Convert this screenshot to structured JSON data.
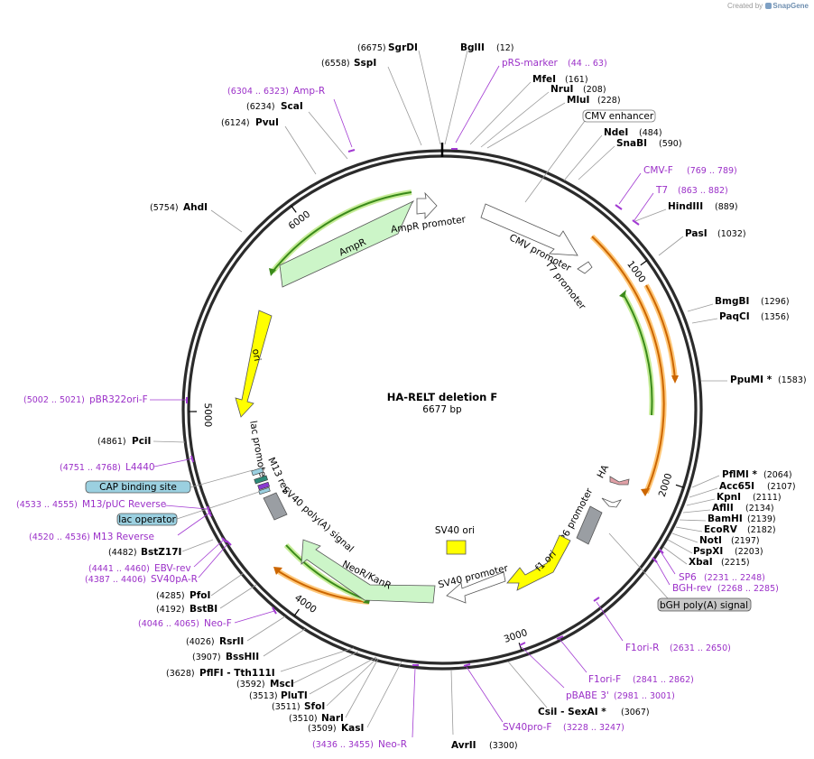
{
  "credit": {
    "prefix": "Created by",
    "brand": "SnapGene"
  },
  "plasmid": {
    "name": "HA-RELT deletion F",
    "size_label": "6677 bp",
    "length": 6677
  },
  "ticks": [
    "1000",
    "2000",
    "3000",
    "4000",
    "5000",
    "6000"
  ],
  "enzymes": [
    {
      "name": "SgrDI",
      "pos": "(6675)"
    },
    {
      "name": "BglII",
      "pos": "(12)"
    },
    {
      "name": "SspI",
      "pos": "(6558)"
    },
    {
      "name": "MfeI",
      "pos": "(161)"
    },
    {
      "name": "NruI",
      "pos": "(208)"
    },
    {
      "name": "MluI",
      "pos": "(228)"
    },
    {
      "name": "ScaI",
      "pos": "(6234)"
    },
    {
      "name": "PvuI",
      "pos": "(6124)"
    },
    {
      "name": "NdeI",
      "pos": "(484)"
    },
    {
      "name": "SnaBI",
      "pos": "(590)"
    },
    {
      "name": "HindIII",
      "pos": "(889)"
    },
    {
      "name": "AhdI",
      "pos": "(5754)"
    },
    {
      "name": "PasI",
      "pos": "(1032)"
    },
    {
      "name": "BmgBI",
      "pos": "(1296)"
    },
    {
      "name": "PaqCI",
      "pos": "(1356)"
    },
    {
      "name": "PpuMI *",
      "pos": "(1583)"
    },
    {
      "name": "PciI",
      "pos": "(4861)"
    },
    {
      "name": "PflMI *",
      "pos": "(2064)"
    },
    {
      "name": "Acc65I",
      "pos": "(2107)"
    },
    {
      "name": "KpnI",
      "pos": "(2111)"
    },
    {
      "name": "AflII",
      "pos": "(2134)"
    },
    {
      "name": "BamHI",
      "pos": "(2139)"
    },
    {
      "name": "EcoRV",
      "pos": "(2182)"
    },
    {
      "name": "NotI",
      "pos": "(2197)"
    },
    {
      "name": "PspXI",
      "pos": "(2203)"
    },
    {
      "name": "XbaI",
      "pos": "(2215)"
    },
    {
      "name": "BstZ17I",
      "pos": "(4482)"
    },
    {
      "name": "PfoI",
      "pos": "(4285)"
    },
    {
      "name": "BstBI",
      "pos": "(4192)"
    },
    {
      "name": "RsrII",
      "pos": "(4026)"
    },
    {
      "name": "BssHII",
      "pos": "(3907)"
    },
    {
      "name": "PflFI - Tth111I",
      "pos": "(3628)"
    },
    {
      "name": "MscI",
      "pos": "(3592)"
    },
    {
      "name": "PluTI",
      "pos": "(3513)"
    },
    {
      "name": "SfoI",
      "pos": "(3511)"
    },
    {
      "name": "NarI",
      "pos": "(3510)"
    },
    {
      "name": "KasI",
      "pos": "(3509)"
    },
    {
      "name": "AvrII",
      "pos": "(3300)"
    },
    {
      "name": "CsiI - SexAI *",
      "pos": "(3067)"
    }
  ],
  "primers": [
    {
      "name": "pRS-marker",
      "pos": "(44 .. 63)"
    },
    {
      "name": "Amp-R",
      "pos": "(6304 .. 6323)"
    },
    {
      "name": "CMV-F",
      "pos": "(769 .. 789)"
    },
    {
      "name": "T7",
      "pos": "(863 .. 882)"
    },
    {
      "name": "pBR322ori-F",
      "pos": "(5002 .. 5021)"
    },
    {
      "name": "L4440",
      "pos": "(4751 .. 4768)"
    },
    {
      "name": "M13/pUC Reverse",
      "pos": "(4533 .. 4555)"
    },
    {
      "name": "M13 Reverse",
      "pos": "(4520 .. 4536)"
    },
    {
      "name": "EBV-rev",
      "pos": "(4441 .. 4460)"
    },
    {
      "name": "SV40pA-R",
      "pos": "(4387 .. 4406)"
    },
    {
      "name": "Neo-F",
      "pos": "(4046 .. 4065)"
    },
    {
      "name": "SP6",
      "pos": "(2231 .. 2248)"
    },
    {
      "name": "BGH-rev",
      "pos": "(2268 .. 2285)"
    },
    {
      "name": "F1ori-R",
      "pos": "(2631 .. 2650)"
    },
    {
      "name": "F1ori-F",
      "pos": "(2841 .. 2862)"
    },
    {
      "name": "pBABE 3'",
      "pos": "(2981 .. 3001)"
    },
    {
      "name": "SV40pro-F",
      "pos": "(3228 .. 3247)"
    },
    {
      "name": "Neo-R",
      "pos": "(3436 .. 3455)"
    }
  ],
  "boxed_labels": {
    "cmv_enhancer": "CMV enhancer",
    "cap_binding_site": "CAP binding site",
    "lac_operator": "lac operator",
    "bgh_polya": "bGH poly(A) signal"
  },
  "features": {
    "ampr_promoter": "AmpR promoter",
    "ampr": "AmpR",
    "ori": "ori",
    "cmv_promoter": "CMV promoter",
    "t7_promoter": "T7 promoter",
    "lac_promoter": "lac promoter",
    "m13_rev": "M13 rev",
    "sv40_polya": "SV40 poly(A) signal",
    "ha": "HA",
    "sp6_promoter": "SP6 promoter",
    "f1_ori": "f1 ori",
    "sv40_ori": "SV40 ori",
    "sv40_promoter": "SV40 promoter",
    "neor_kanr": "NeoR/KanR"
  },
  "colors": {
    "backbone": "#2b2b2b",
    "primer": "#9b30c8",
    "resistance_fill": "#ccf5c8",
    "ori_fill": "#ffff00",
    "orf_line": "#cc6600",
    "orf_halo": "#ffc87a",
    "green_line": "#3a8a1a",
    "green_halo": "#c6ec98",
    "promoter_fill": "#ffffff",
    "site_fill": "#9a9ea3",
    "operator_fill": "#9bd0e0",
    "ha_fill": "#e0a0a6"
  }
}
